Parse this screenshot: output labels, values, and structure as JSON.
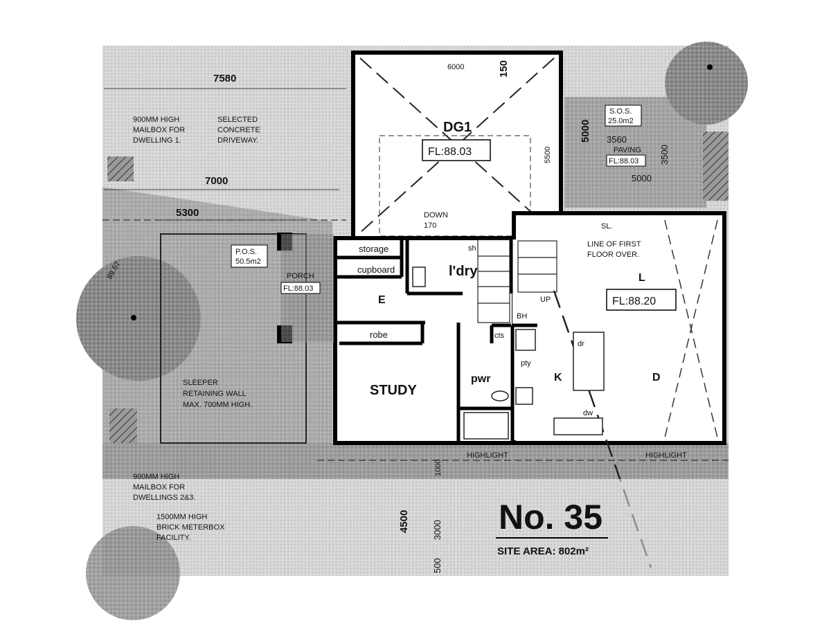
{
  "dims": {
    "d7580": "7580",
    "d7000": "7000",
    "d5300": "5300",
    "d6000": "6000",
    "d150": "150",
    "d5500": "5500",
    "d5000a": "5000",
    "d3560": "3560",
    "d3500": "3500",
    "d5000b": "5000",
    "d1000": "1000",
    "d4500": "4500",
    "d3000": "3000",
    "d500": "500",
    "d170": "170",
    "d8957": "89.57"
  },
  "notes": {
    "mailbox1": [
      "900MM HIGH",
      "MAILBOX FOR",
      "DWELLING 1."
    ],
    "driveway": [
      "SELECTED",
      "CONCRETE",
      "DRIVEWAY."
    ],
    "sleeper": [
      "SLEEPER",
      "RETAINING WALL",
      "MAX. 700MM HIGH."
    ],
    "mailbox23": [
      "900MM HIGH",
      "MAILBOX FOR",
      "DWELLINGS 2&3."
    ],
    "meterbox": [
      "1500MM HIGH",
      "BRICK METERBOX",
      "FACILITY."
    ],
    "first_floor": [
      "LINE OF FIRST",
      "FLOOR OVER."
    ],
    "down": [
      "DOWN",
      "170"
    ]
  },
  "rooms": {
    "dg1": "DG1",
    "dg1_fl": "FL:88.03",
    "sos": "S.O.S.",
    "sos_area": "25.0m2",
    "paving": "PAVING",
    "paving_fl": "FL:88.03",
    "pos": "P.O.S.",
    "pos_area": "50.5m2",
    "porch": "PORCH",
    "porch_fl": "FL:88.03",
    "storage": "storage",
    "cupboard": "cupboard",
    "sh": "sh",
    "ldry": "l'dry",
    "entry": "E",
    "robe": "robe",
    "study": "STUDY",
    "pwr": "pwr",
    "cts": "cts",
    "pty": "pty",
    "bh": "BH",
    "up": "UP",
    "sl": "SL.",
    "living": "L",
    "living_fl": "FL:88.20",
    "kitchen": "K",
    "dining": "D",
    "dr": "dr",
    "dw": "dw",
    "highlight1": "HIGHLIGHT",
    "highlight2": "HIGHLIGHT"
  },
  "title_block": {
    "lot": "No. 35",
    "site_area": "SITE AREA: 802m²"
  }
}
